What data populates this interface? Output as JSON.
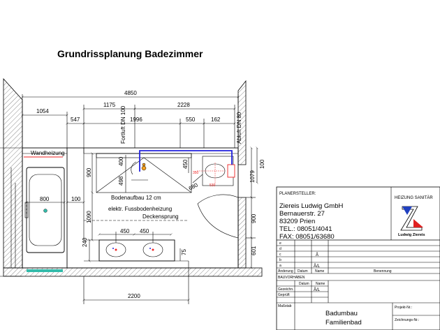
{
  "title": "Grundrissplanung Badezimmer",
  "dimensions": {
    "total_width": "4850",
    "d1054": "1054",
    "d1175": "1175",
    "d2228": "2228",
    "d547": "547",
    "d1996": "1996",
    "d550": "550",
    "d162": "162",
    "d800": "800",
    "d100_mid": "100",
    "d900_left": "900",
    "d400": "400",
    "d498": "498",
    "d450_wc": "450",
    "d680": "680",
    "d1090": "1090",
    "d240": "240",
    "d450_a": "450",
    "d450_b": "450",
    "d75": "75",
    "d2200": "2200",
    "d1079": "1079",
    "d100_right": "100",
    "d900_right": "900",
    "d601": "601",
    "d350": "350",
    "d530": "530"
  },
  "labels": {
    "fortluft": "Fortluft DN 100",
    "abluft": "Abluft DN 80",
    "wandheizung": "Wandheizung",
    "bodenaufbau": "Bodenaufbau  12 cm",
    "fussboden": "elektr. Fussbodenheizung",
    "deckensprung": "Deckensprung"
  },
  "titleblock": {
    "planersteller_label": "PLANERSTELLER:",
    "company": "Ziereis Ludwig GmbH",
    "street": "Bernauerstr. 27",
    "city": "83209 Prien",
    "tel": "TEL.: 08051/4041",
    "fax": "FAX: 08051/63680",
    "brand_top": "HEIZUNG SANITÄR",
    "brand_bottom": "Ludwig Ziereis",
    "rows": [
      "e",
      "d",
      "c",
      "b",
      "a"
    ],
    "row_c_mark": "Å",
    "row_a_mark": "Å/L",
    "rev_headers": [
      "Änderung",
      "Datum",
      "Name",
      "Benennung"
    ],
    "bauvorhaben": "BAUVORHABEN",
    "date_headers": [
      "Datum",
      "Name"
    ],
    "date_rows": [
      "Gezeichn.",
      "Geprüft"
    ],
    "gez_mark": "Å/L",
    "massstab": "Maßstab",
    "project_line1": "Badumbau",
    "project_line2": "Familienbad",
    "projekt_nr": "Projekt-Nr.:",
    "zeichnungs_nr": "Zeichnungs-Nr.:"
  },
  "colors": {
    "duct_blue": "#2222dd",
    "pipe_red": "#ee2222",
    "pipe_orange": "#f5a020",
    "floor_heat": "#33bbaa",
    "logo_red": "#e02020",
    "logo_blue": "#2040c0"
  }
}
